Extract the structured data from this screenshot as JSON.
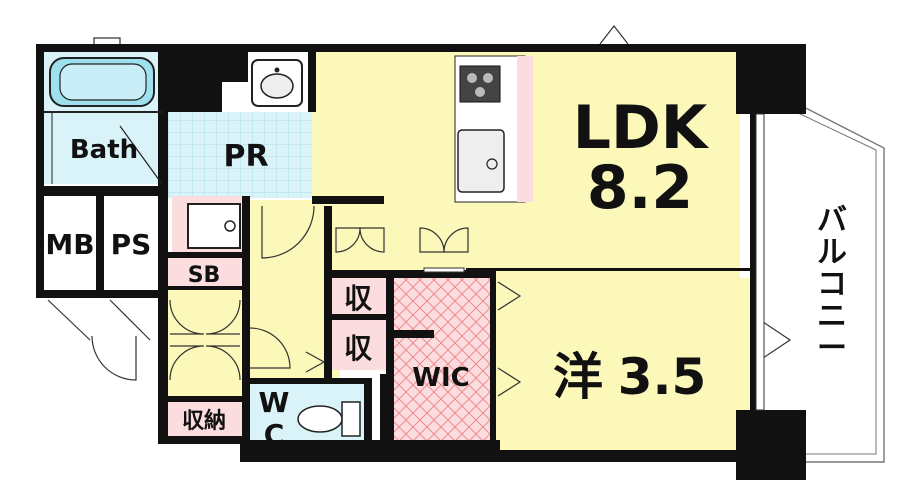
{
  "rooms": {
    "ldk": {
      "name": "LDK",
      "size": "8.2"
    },
    "western": {
      "name": "洋",
      "size": "3.5"
    },
    "bath": "Bath",
    "pr": "PR",
    "mb": "MB",
    "ps": "PS",
    "sb": "SB",
    "storage_closet": "収納",
    "shu_1": "収",
    "shu_2": "収",
    "wic": "WIC",
    "wc_w": "W",
    "wc_c": "C",
    "balcony": [
      "バ",
      "ル",
      "コ",
      "ニ",
      "ー"
    ]
  },
  "colors": {
    "ldk": "#fbf8b9",
    "hall": "#fbf8b9",
    "wet": "#d9f3f9",
    "pink": "#fbdde0",
    "wic_pattern": "#f08b8b",
    "wall": "#111111"
  }
}
